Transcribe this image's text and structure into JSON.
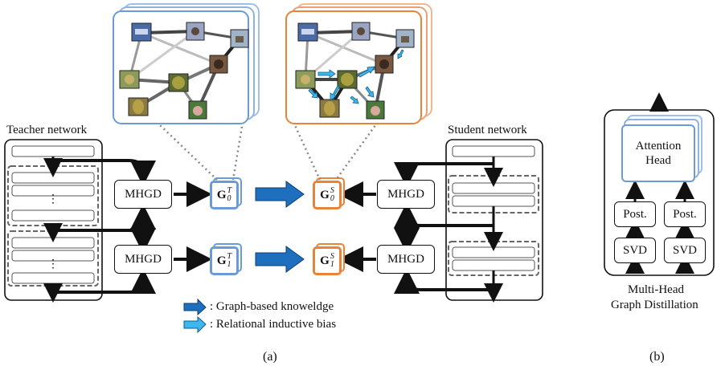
{
  "teacher_label": "Teacher network",
  "student_label": "Student network",
  "mhgd_label": "MHGD",
  "graph_letter": "G",
  "teacher_sup": "T",
  "student_sup": "S",
  "idx0": "0",
  "idx1": "1",
  "legend": {
    "dark": ": Graph-based knoweldge",
    "light": ": Relational inductive bias"
  },
  "b_panel": {
    "attention_line1": "Attention",
    "attention_line2": "Head",
    "post": "Post.",
    "svd": "SVD",
    "title_line1": "Multi-Head",
    "title_line2": "Graph Distillation"
  },
  "captions": {
    "a": "(a)",
    "b": "(b)"
  },
  "colors": {
    "dark_arrow": "#1f6fbf",
    "light_arrow": "#3fb7ee",
    "teacher_graph": "#6b9bd6",
    "student_graph": "#e8833a"
  }
}
